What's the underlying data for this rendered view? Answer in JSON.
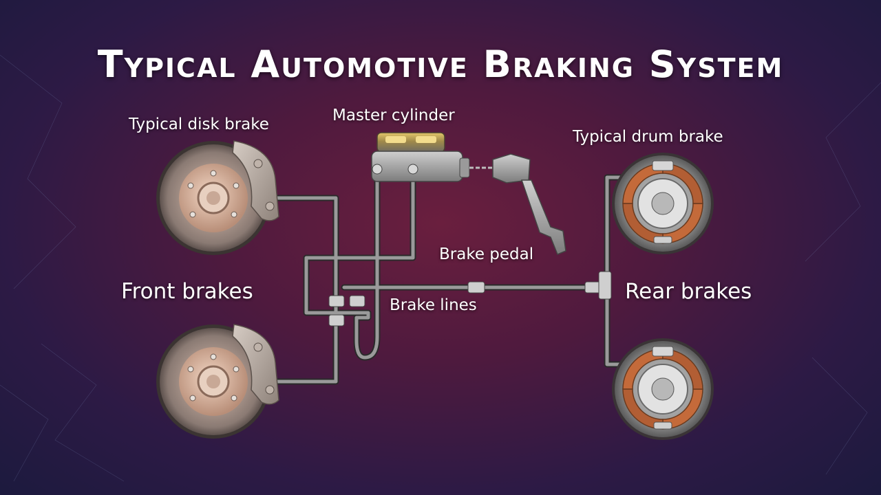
{
  "title": "Typical Automotive Braking System",
  "labels": {
    "disk_brake": "Typical disk brake",
    "master_cylinder": "Master cylinder",
    "drum_brake": "Typical drum brake",
    "brake_pedal": "Brake pedal",
    "front_brakes": "Front brakes",
    "brake_lines": "Brake lines",
    "rear_brakes": "Rear brakes"
  },
  "colors": {
    "background_center": "#6a1f3e",
    "background_edge": "#1c1a3e",
    "brake_line": "#8a8a8a",
    "rotor": "#9a8a86",
    "caliper": "#b0a49c",
    "drum_shoe": "#c46a3a",
    "text": "#ffffff"
  },
  "icons": [
    "disk-brake-front-left-icon",
    "disk-brake-front-right-icon",
    "master-cylinder-icon",
    "brake-pedal-icon",
    "drum-brake-rear-left-icon",
    "drum-brake-rear-right-icon"
  ]
}
